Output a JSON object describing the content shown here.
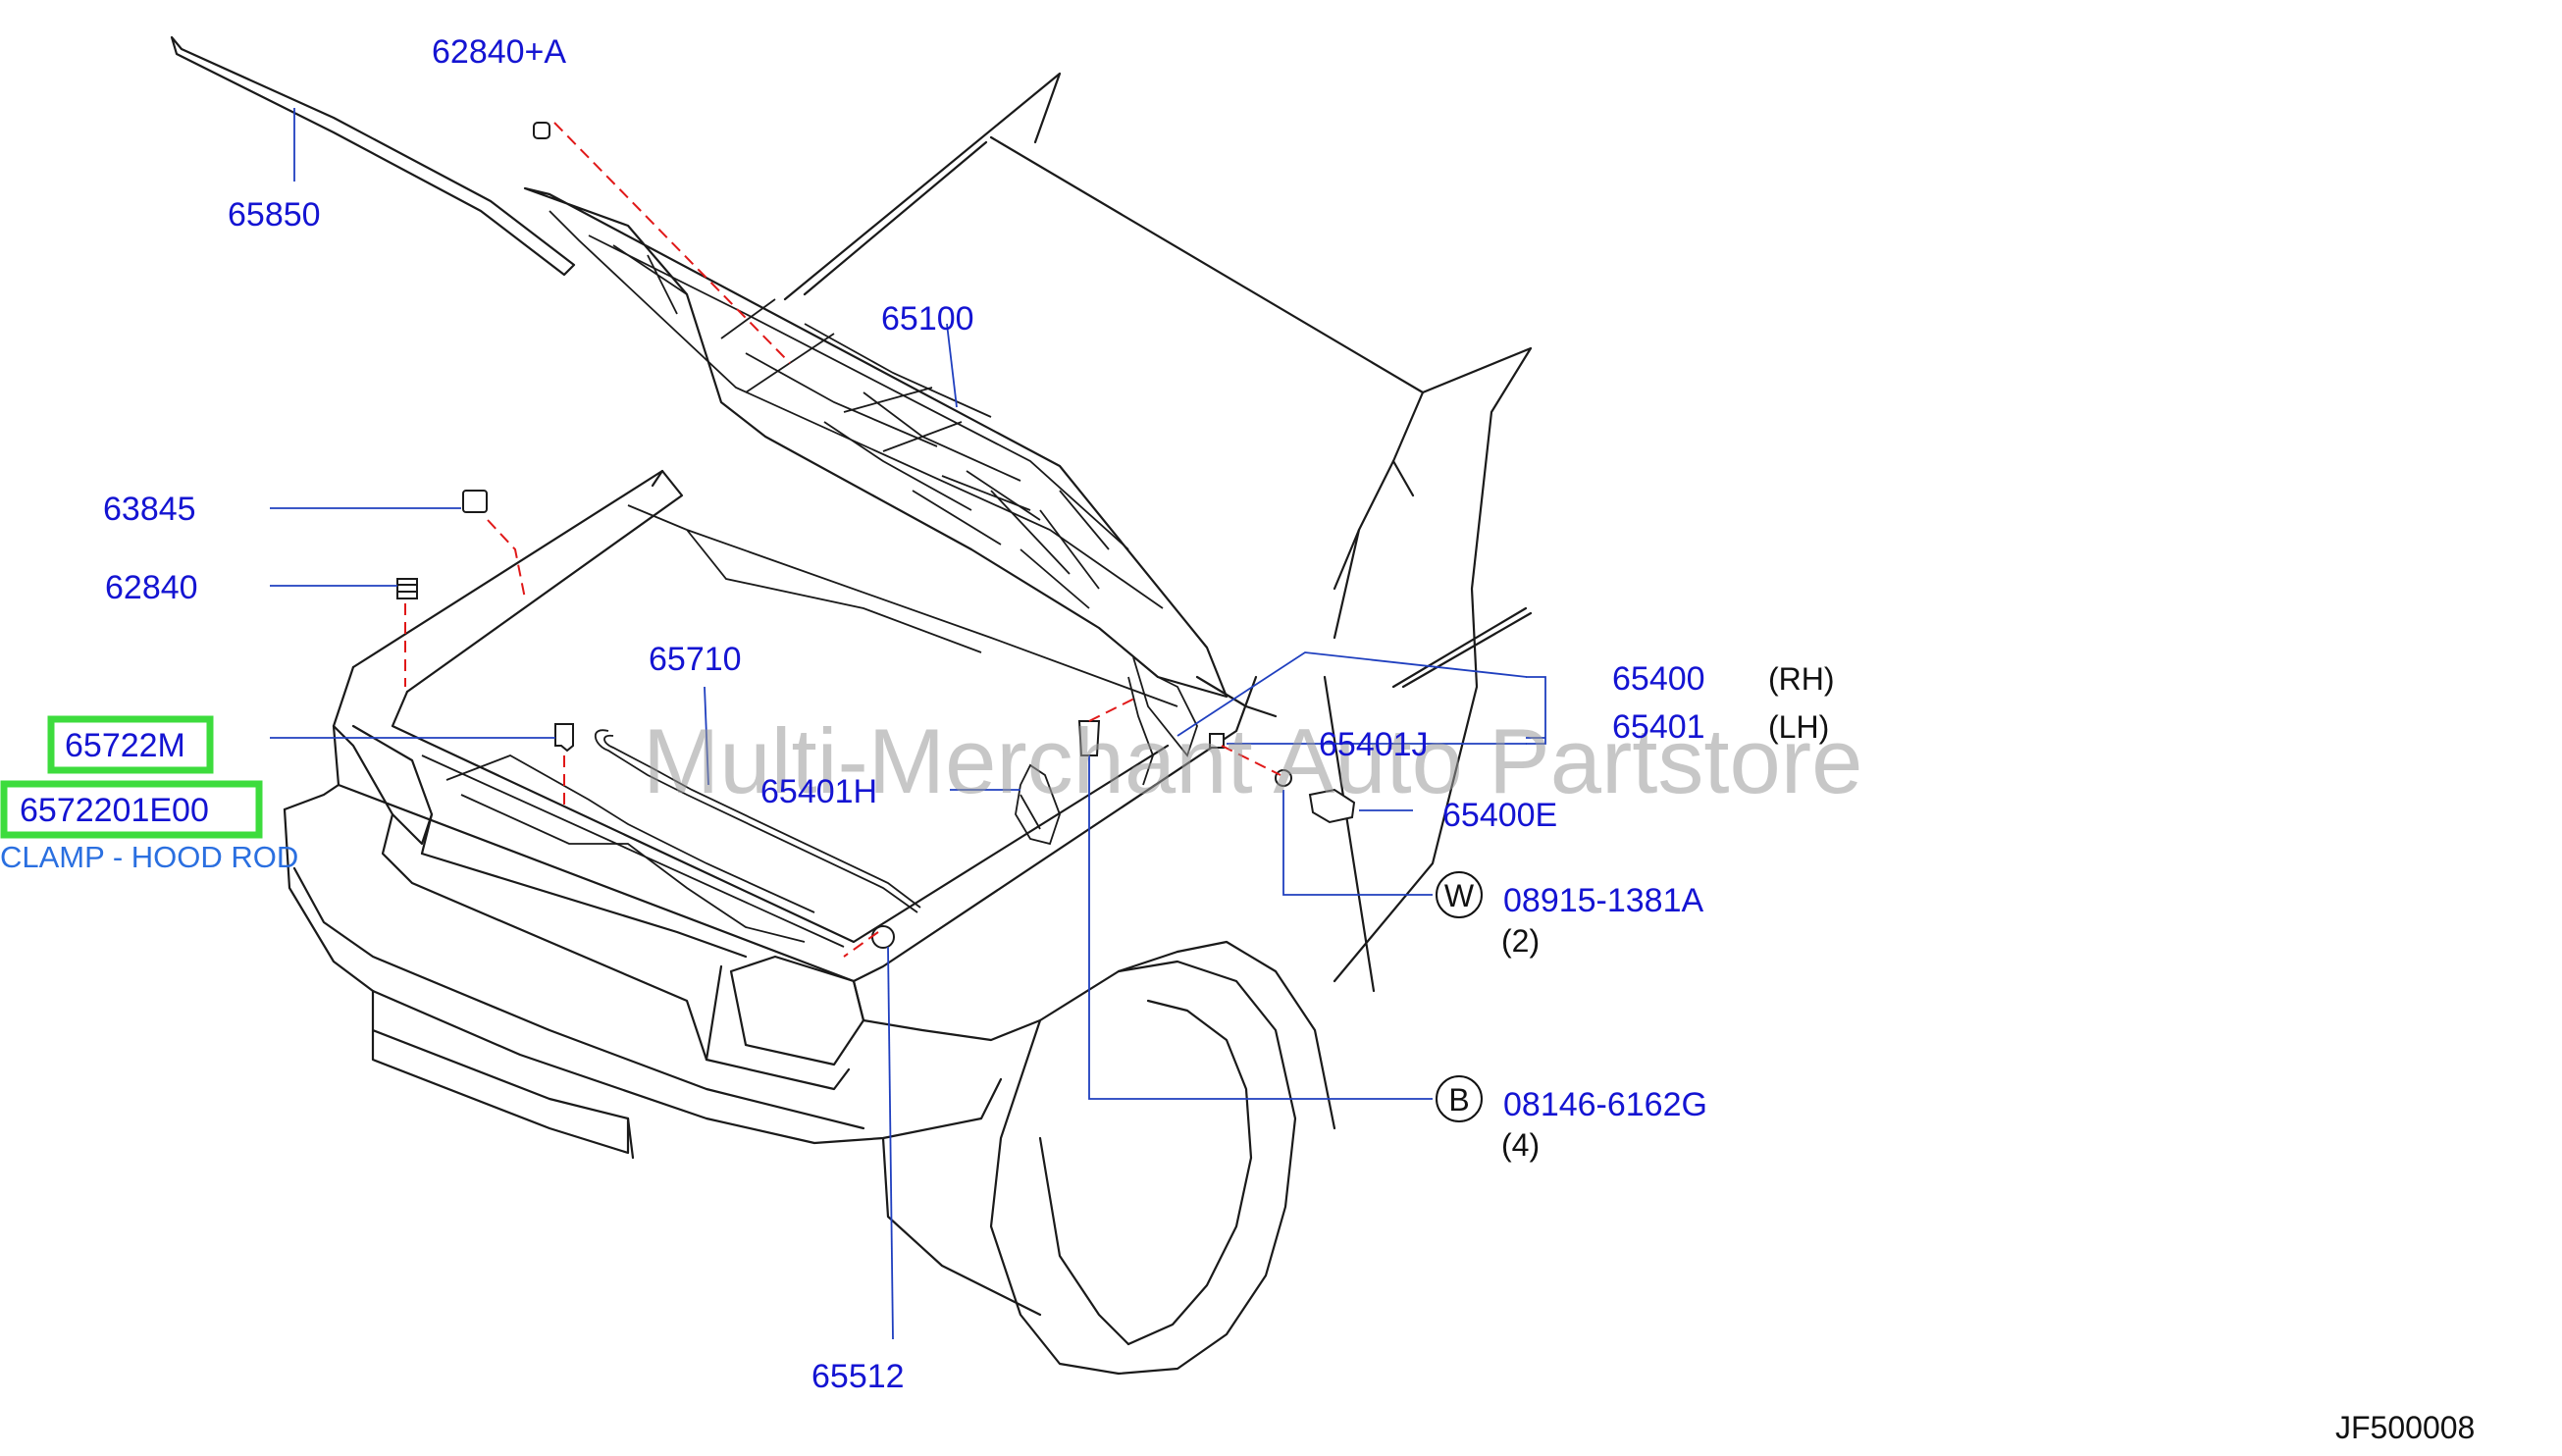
{
  "diagram": {
    "watermark": "Multi-Merchant Auto Partstore",
    "figure_code": "JF500008",
    "highlight_color": "#3ddc3d",
    "label_color": "#1414d2",
    "description_color": "#2a6fe0",
    "callouts": {
      "p62840a": "62840+A",
      "p65850": "65850",
      "p65100": "65100",
      "p63845": "63845",
      "p62840": "62840",
      "p65710": "65710",
      "p65722m": "65722M",
      "p6572201e00": "6572201E00",
      "p65401h": "65401H",
      "p65400": "65400",
      "p65401": "65401",
      "p65401j": "65401J",
      "p65400e": "65400E",
      "p08915": "08915-1381A",
      "p08146": "08146-6162G",
      "p65512": "65512"
    },
    "sides": {
      "rh": "(RH)",
      "lh": "(LH)"
    },
    "quantities": {
      "q08915": "(2)",
      "q08146": "(4)"
    },
    "symbols": {
      "washer": "W",
      "bolt": "B"
    },
    "highlighted_description": "CLAMP - HOOD ROD"
  }
}
